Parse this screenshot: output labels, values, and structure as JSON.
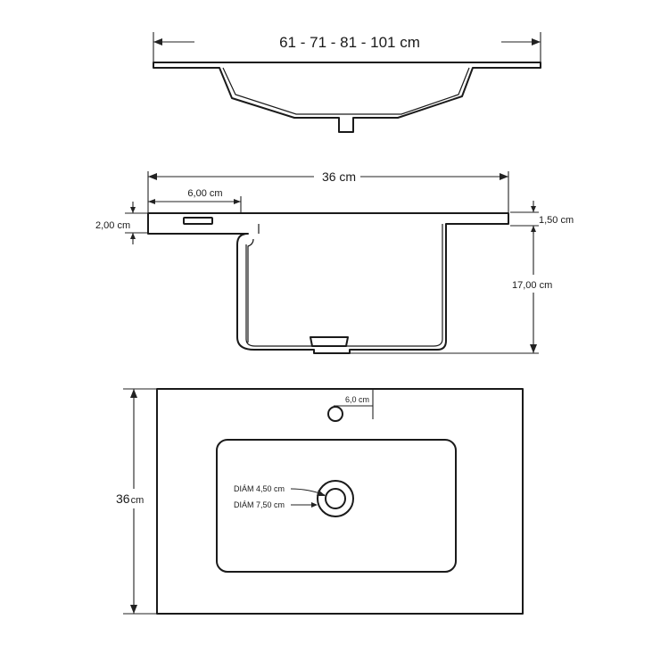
{
  "top_view": {
    "widths_label": "61 - 71 - 81 - 101 cm"
  },
  "section_view": {
    "depth_label": "36 cm",
    "overflow_offset_label": "6,00 cm",
    "edge_thickness_label": "2,00 cm",
    "rim_thickness_label": "1,50 cm",
    "bowl_height_label": "17,00 cm"
  },
  "plan_view": {
    "depth_label_value": "36",
    "depth_label_unit": "cm",
    "tap_hole_label": "6,0 cm",
    "drain_inner_label": "DIÁM 4,50 cm",
    "drain_outer_label": "DIÁM 7,50 cm"
  }
}
